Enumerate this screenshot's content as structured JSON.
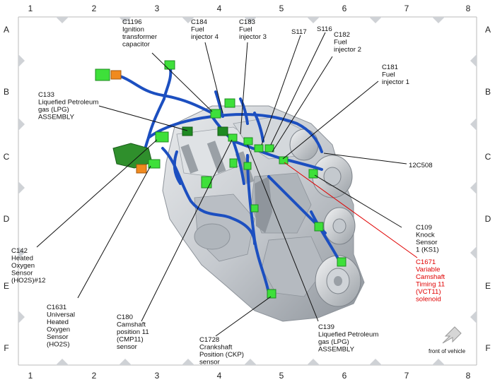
{
  "grid": {
    "columns": [
      "1",
      "2",
      "3",
      "4",
      "5",
      "6",
      "7",
      "8"
    ],
    "rows": [
      "A",
      "B",
      "C",
      "D",
      "E",
      "F"
    ]
  },
  "labels": {
    "c1196": [
      "C1196",
      "Ignition",
      "transformer",
      "capacitor"
    ],
    "c184": [
      "C184",
      "Fuel",
      "injector 4"
    ],
    "c183": [
      "C183",
      "Fuel",
      "injector 3"
    ],
    "s117": [
      "S117"
    ],
    "s116": [
      "S116"
    ],
    "c182": [
      "C182",
      "Fuel",
      "injector 2"
    ],
    "c181": [
      "C181",
      "Fuel",
      "injector 1"
    ],
    "c133": [
      "C133",
      "Liquefied Petroleum",
      "gas (LPG)",
      "ASSEMBLY"
    ],
    "c12c508": [
      "12C508"
    ],
    "c142": [
      "C142",
      "Heated",
      "Oxygen",
      "Sensor",
      "(HO2S)#12"
    ],
    "c109": [
      "C109",
      "Knock",
      "Sensor",
      "1 (KS1)"
    ],
    "c1671": [
      "C1671",
      "Variable",
      "Camshaft",
      "Timing 11",
      "(VCT11)",
      "solenoid"
    ],
    "c1631": [
      "C1631",
      "Universal",
      "Heated",
      "Oxygen",
      "Sensor",
      "(HO2S)"
    ],
    "c180": [
      "C180",
      "Camshaft",
      "position 11",
      "(CMP11)",
      "sensor"
    ],
    "c139": [
      "C139",
      "Liquefied Petroleum",
      "gas (LPG)",
      "ASSEMBLY"
    ],
    "c1728": [
      "C1728",
      "Crankshaft",
      "Position (CKP)",
      "sensor"
    ]
  },
  "front_note": "front of vehicle",
  "colors": {
    "harness": "#1c4fc0",
    "connector": "#3ee03a",
    "connector_dark": "#1f8a22",
    "orange": "#f08a1e",
    "engine": "#c9cdd2",
    "highlight": "#e00000"
  }
}
